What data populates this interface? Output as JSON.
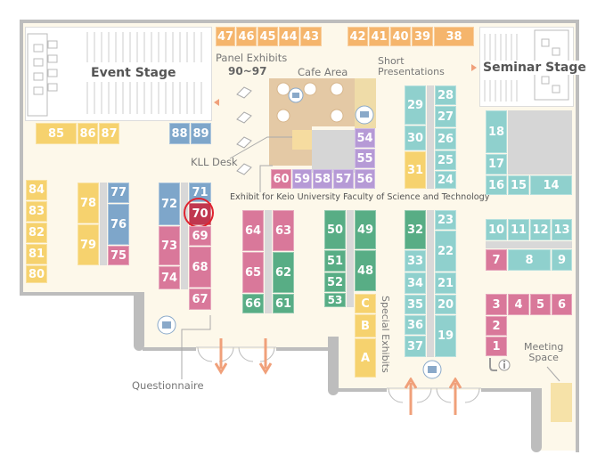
{
  "labels": {
    "event_stage": "Event Stage",
    "seminar_stage": "Seminar Stage",
    "panel_exhibits": "Panel Exhibits",
    "panel_range": "90~97",
    "cafe_area": "Cafe Area",
    "short_presentations": "Short\nPresentations",
    "kll_desk": "KLL Desk",
    "faculty_exhibit": "Exhibit for Keio University Faculty of Science and Technology",
    "special_exhibits": "Special Exhibits",
    "questionnaire": "Questionnaire",
    "meeting_space": "Meeting\nSpace"
  },
  "highlighted_booth": "70",
  "colors": {
    "orange": "#f5b56c",
    "yellow": "#f6d26e",
    "pink": "#d9789a",
    "blue": "#7ea6ca",
    "teal": "#8fd0cd",
    "green": "#58ad85",
    "purple": "#b69ad6",
    "highlight": "#e0242f",
    "floor": "#fdf8ea",
    "arrow": "#f0a07a"
  },
  "booths": {
    "b47": "47",
    "b46": "46",
    "b45": "45",
    "b44": "44",
    "b43": "43",
    "b42": "42",
    "b41": "41",
    "b40": "40",
    "b39": "39",
    "b38": "38",
    "b85": "85",
    "b86": "86",
    "b87": "87",
    "b88": "88",
    "b89": "89",
    "b84": "84",
    "b83": "83",
    "b82": "82",
    "b81": "81",
    "b80": "80",
    "b78": "78",
    "b79": "79",
    "b77": "77",
    "b76": "76",
    "b75": "75",
    "b72": "72",
    "b71": "71",
    "b70": "70",
    "b69": "69",
    "b73": "73",
    "b74": "74",
    "b68": "68",
    "b67": "67",
    "b64": "64",
    "b63": "63",
    "b65": "65",
    "b62": "62",
    "b66": "66",
    "b61": "61",
    "b60": "60",
    "b59": "59",
    "b58": "58",
    "b57": "57",
    "b56": "56",
    "b55": "55",
    "b54": "54",
    "b50": "50",
    "b49": "49",
    "b51": "51",
    "b48": "48",
    "b52": "52",
    "b53": "53",
    "bC": "C",
    "bB": "B",
    "bA": "A",
    "b29": "29",
    "b28": "28",
    "b27": "27",
    "b30": "30",
    "b26": "26",
    "b31": "31",
    "b25": "25",
    "b24": "24",
    "b32": "32",
    "b23": "23",
    "b22": "22",
    "b33": "33",
    "b34": "34",
    "b21": "21",
    "b35": "35",
    "b20": "20",
    "b36": "36",
    "b37": "37",
    "b19": "19",
    "b18": "18",
    "b17": "17",
    "b16": "16",
    "b15": "15",
    "b14": "14",
    "b10": "10",
    "b11": "11",
    "b12": "12",
    "b13": "13",
    "b7": "7",
    "b8": "8",
    "b9": "9",
    "b3": "3",
    "b4": "4",
    "b5": "5",
    "b6": "6",
    "b2": "2",
    "b1": "1"
  }
}
